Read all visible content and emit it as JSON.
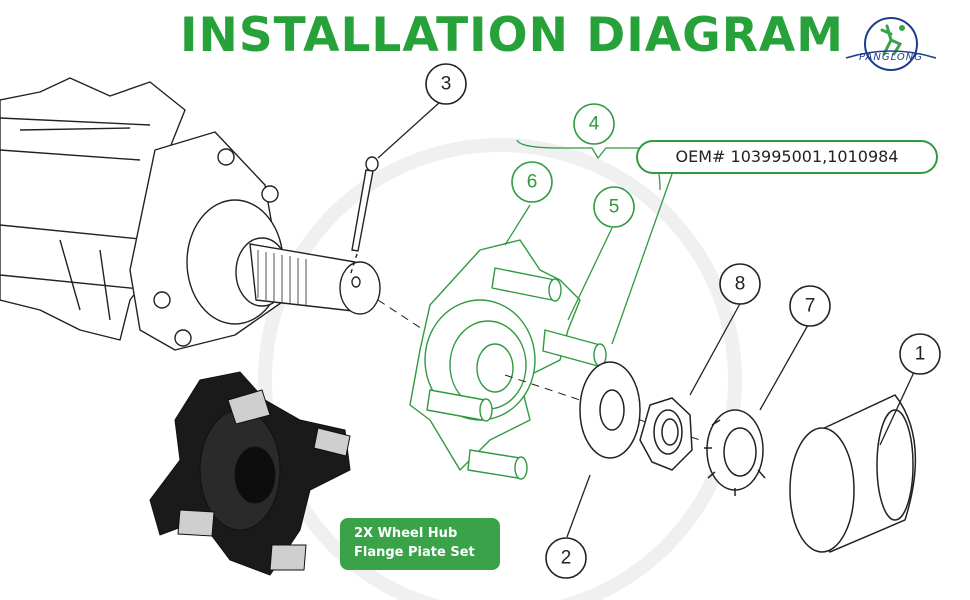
{
  "title": "INSTALLATION DIAGRAM",
  "brand": {
    "name": "PANGLONG"
  },
  "oem_label": "OEM# 103995001,1010984",
  "set_badge": {
    "line1": "2X Wheel Hub",
    "line2": "Flange Piate Set"
  },
  "callouts": {
    "c1": "1",
    "c2": "2",
    "c3": "3",
    "c4": "4",
    "c5": "5",
    "c6": "6",
    "c7": "7",
    "c8": "8"
  },
  "colors": {
    "accent": "#27a13a",
    "part_line": "#222222",
    "oem_border": "#2f9a40",
    "badge_bg": "#3aa34a"
  }
}
